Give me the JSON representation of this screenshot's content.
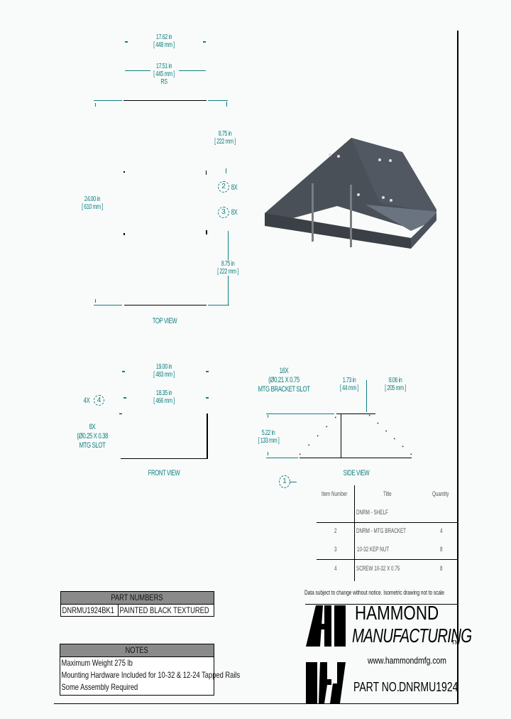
{
  "top_view": {
    "label": "TOP VIEW",
    "dim_overall_width": {
      "in": "17.62 in",
      "mm": "[ 448 mm ]"
    },
    "dim_inner_width": {
      "in": "17.51 in",
      "mm": "[ 445 mm ]",
      "note": "RS"
    },
    "dim_depth": {
      "in": "24.00 in",
      "mm": "[ 610 mm ]"
    },
    "dim_top_offset": {
      "in": "8.75 in",
      "mm": "[ 222 mm ]"
    },
    "dim_bottom_offset": {
      "in": "8.75 in",
      "mm": "[ 222 mm ]"
    },
    "callout_2": {
      "item": "2",
      "qty": "8X"
    },
    "callout_3": {
      "item": "3",
      "qty": "8X"
    }
  },
  "front_view": {
    "label": "FRONT VIEW",
    "dim_overall_width": {
      "in": "19.00 in",
      "mm": "[ 483 mm ]"
    },
    "dim_inner_width": {
      "in": "18.35 in",
      "mm": "[ 466 mm ]"
    },
    "callout_4": {
      "item": "4",
      "qty": "4X"
    },
    "slot_note": [
      "8X",
      "(Ø0.25 X 0.38",
      "MTG SLOT"
    ]
  },
  "side_view": {
    "label": "SIDE VIEW",
    "slot_note": [
      "16X",
      "(Ø0.21 X 0.75",
      "MTG BRACKET SLOT"
    ],
    "dim_bracket_offset": {
      "in": "1.73 in",
      "mm": "[ 44 mm ]"
    },
    "dim_top_width": {
      "in": "8.06 in",
      "mm": "[ 205 mm ]"
    },
    "dim_height": {
      "in": "5.22 in",
      "mm": "[ 133 mm ]"
    },
    "callout_1": {
      "item": "1"
    }
  },
  "bom": {
    "headers": [
      "Item Number",
      "Title",
      "Quantity"
    ],
    "rows": [
      {
        "item": "",
        "title": "DNRM - SHELF",
        "qty": ""
      },
      {
        "item": "2",
        "title": "DNRM - MTG BRACKET",
        "qty": "4"
      },
      {
        "item": "3",
        "title": "10-32 KEP NUT",
        "qty": "8"
      },
      {
        "item": "4",
        "title": "SCREW 10-32 X 0.75",
        "qty": "8"
      }
    ]
  },
  "part_numbers": {
    "title": "PART NUMBERS",
    "rows": [
      {
        "pn": "DNRMU1924BK1",
        "desc": "PAINTED BLACK TEXTURED"
      }
    ]
  },
  "notes": {
    "title": "NOTES",
    "lines": [
      "Maximum Weight 275 lb",
      "Mounting Hardware Included for 10-32 & 12-24 Tapped Rails",
      "Some Assembly Required"
    ]
  },
  "title_block": {
    "disclaimer": "Data subject to change without notice. Isometric drawing not to scale",
    "company_line1": "HAMMOND",
    "company_line2": "MANUFACTURING",
    "tm": "TM",
    "website": "www.hammondmfg.com",
    "part_no_label": "PART NO.",
    "part_no": "DNRMU1924"
  },
  "colors": {
    "dimension": "#0e7f80",
    "background": "#f9fbfa",
    "table_header": "#8a8a8a",
    "model": "#4a5058"
  }
}
